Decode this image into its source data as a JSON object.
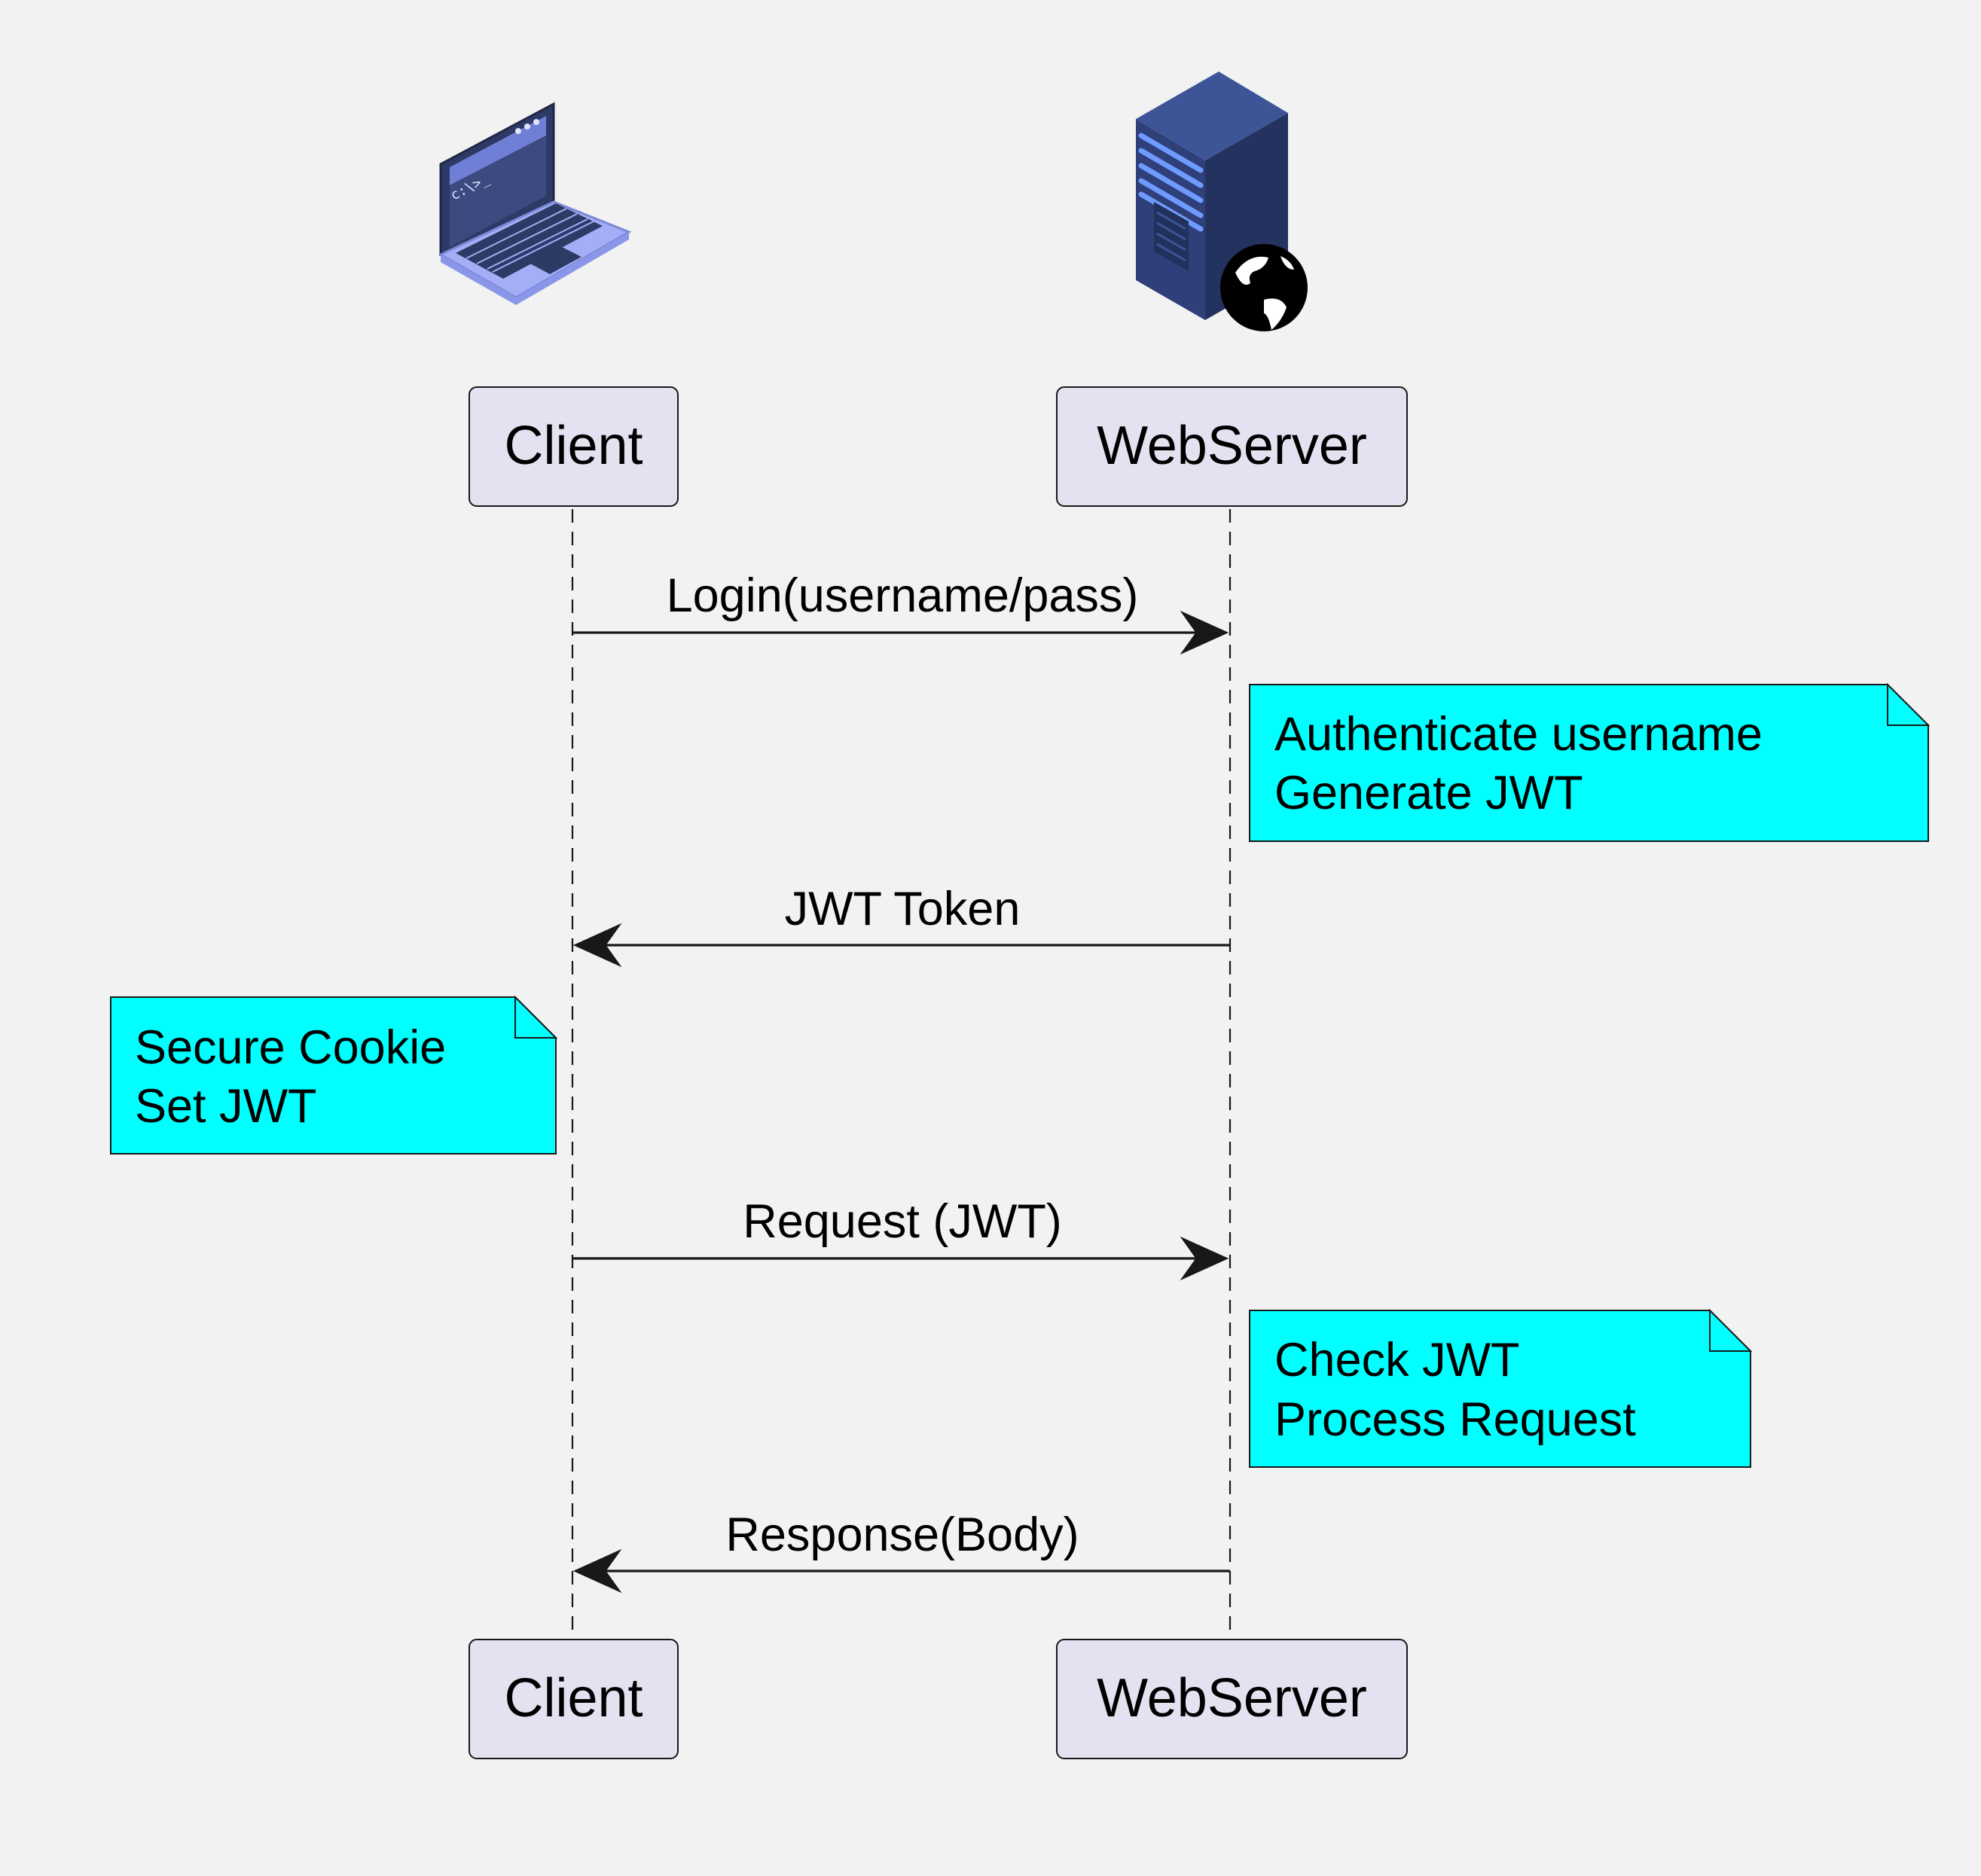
{
  "participants": [
    {
      "id": "client",
      "label": "Client",
      "icon": "laptop-icon"
    },
    {
      "id": "webserver",
      "label": "WebServer",
      "icon": "web-server-icon"
    }
  ],
  "messages": [
    {
      "from": "client",
      "to": "webserver",
      "label": "Login(username/pass)"
    },
    {
      "from": "webserver",
      "to": "client",
      "label": "JWT Token"
    },
    {
      "from": "client",
      "to": "webserver",
      "label": "Request (JWT)"
    },
    {
      "from": "webserver",
      "to": "client",
      "label": "Response(Body)"
    }
  ],
  "notes": [
    {
      "side": "right of webserver",
      "lines": [
        "Authenticate username",
        "Generate JWT"
      ]
    },
    {
      "side": "left of client",
      "lines": [
        "Secure Cookie",
        "Set JWT"
      ]
    },
    {
      "side": "right of webserver",
      "lines": [
        "Check JWT",
        "Process Request"
      ]
    }
  ],
  "colors": {
    "background": "#f2f2f2",
    "participant_fill": "#e2e2f0",
    "note_fill": "#00ffff",
    "line": "#181818",
    "laptop_body": "#a3aef6",
    "laptop_screen": "#2e3a66",
    "server_body": "#2e3f7a",
    "server_lights": "#6f9bff"
  }
}
